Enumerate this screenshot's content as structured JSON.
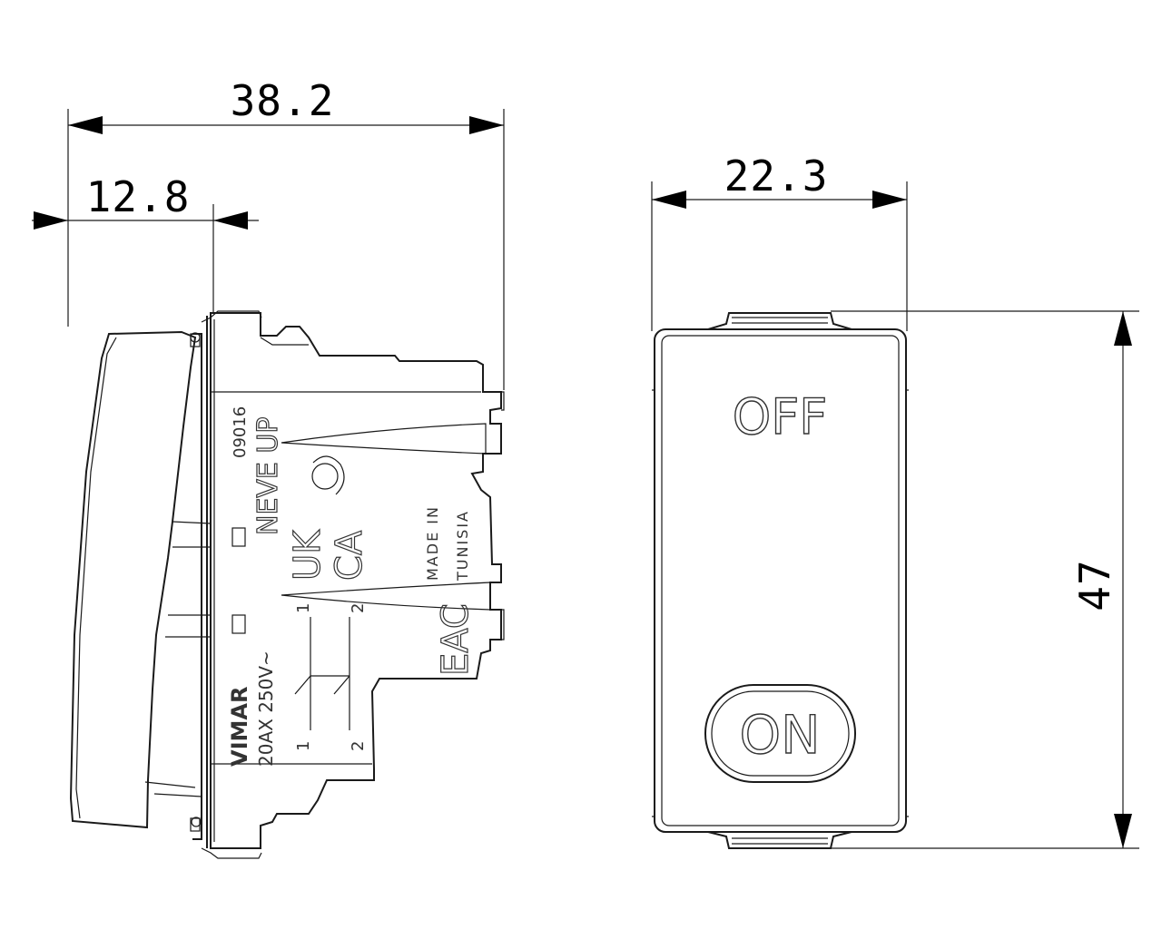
{
  "dimensions": {
    "overall_depth": "38.2",
    "front_depth": "12.8",
    "width": "22.3",
    "height": "47"
  },
  "front_view": {
    "off_label": "OFF",
    "on_label": "ON"
  },
  "side_markings": {
    "code": "09016",
    "brand_line": "NEVE UP",
    "ukca_top": "UK",
    "ukca_bottom": "CA",
    "made_in": "MADE IN",
    "country": "TUNISIA",
    "eac": "EAC",
    "brand": "VIMAR",
    "rating": "20AX 250V~",
    "terminal_1_top": "1",
    "terminal_2_top": "2",
    "terminal_1_bottom": "1",
    "terminal_2_bottom": "2"
  }
}
